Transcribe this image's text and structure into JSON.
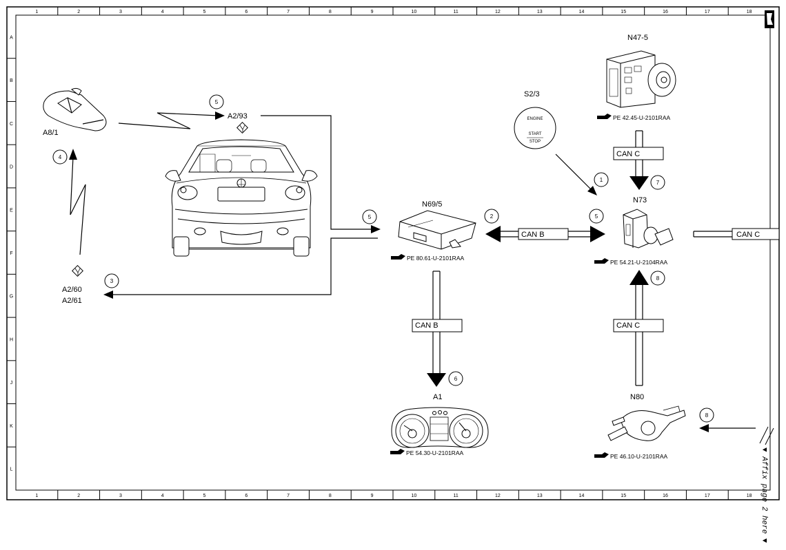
{
  "grid": {
    "columns": [
      "1",
      "2",
      "3",
      "4",
      "5",
      "6",
      "7",
      "8",
      "9",
      "10",
      "11",
      "12",
      "13",
      "14",
      "15",
      "16",
      "17",
      "18"
    ],
    "rows": [
      "A",
      "B",
      "C",
      "D",
      "E",
      "F",
      "G",
      "H",
      "J",
      "K",
      "L"
    ]
  },
  "components": {
    "a8_1": "A8/1",
    "a2_93": "A2/93",
    "a2_60": "A2/60",
    "a2_61": "A2/61",
    "n69_5": "N69/5",
    "s2_3": "S2/3",
    "n47_5": "N47-5",
    "n73": "N73",
    "a1": "A1",
    "n80": "N80"
  },
  "switch_text": {
    "engine": "ENGINE",
    "start": "START",
    "stop": "STOP"
  },
  "refs": {
    "n69_5": "PE 80.61-U-2101RAA",
    "n47_5": "PE 42.45-U-2101RAA",
    "n73": "PE 54.21-U-2104RAA",
    "a1": "PE 54.30-U-2101RAA",
    "n80": "PE 46.10-U-2101RAA"
  },
  "bus_labels": {
    "can_b_h": "CAN B",
    "can_b_v": "CAN B",
    "can_c_top": "CAN C",
    "can_c_right": "CAN C",
    "can_c_bottom": "CAN C"
  },
  "steps": {
    "s1": "1",
    "s2": "2",
    "s3": "3",
    "s4": "4",
    "s5a": "5",
    "s5b": "5",
    "s5c": "5",
    "s6": "6",
    "s7": "7",
    "s8a": "8",
    "s8b": "8"
  },
  "affix_note": "▼ Affix page 2 here ▼"
}
